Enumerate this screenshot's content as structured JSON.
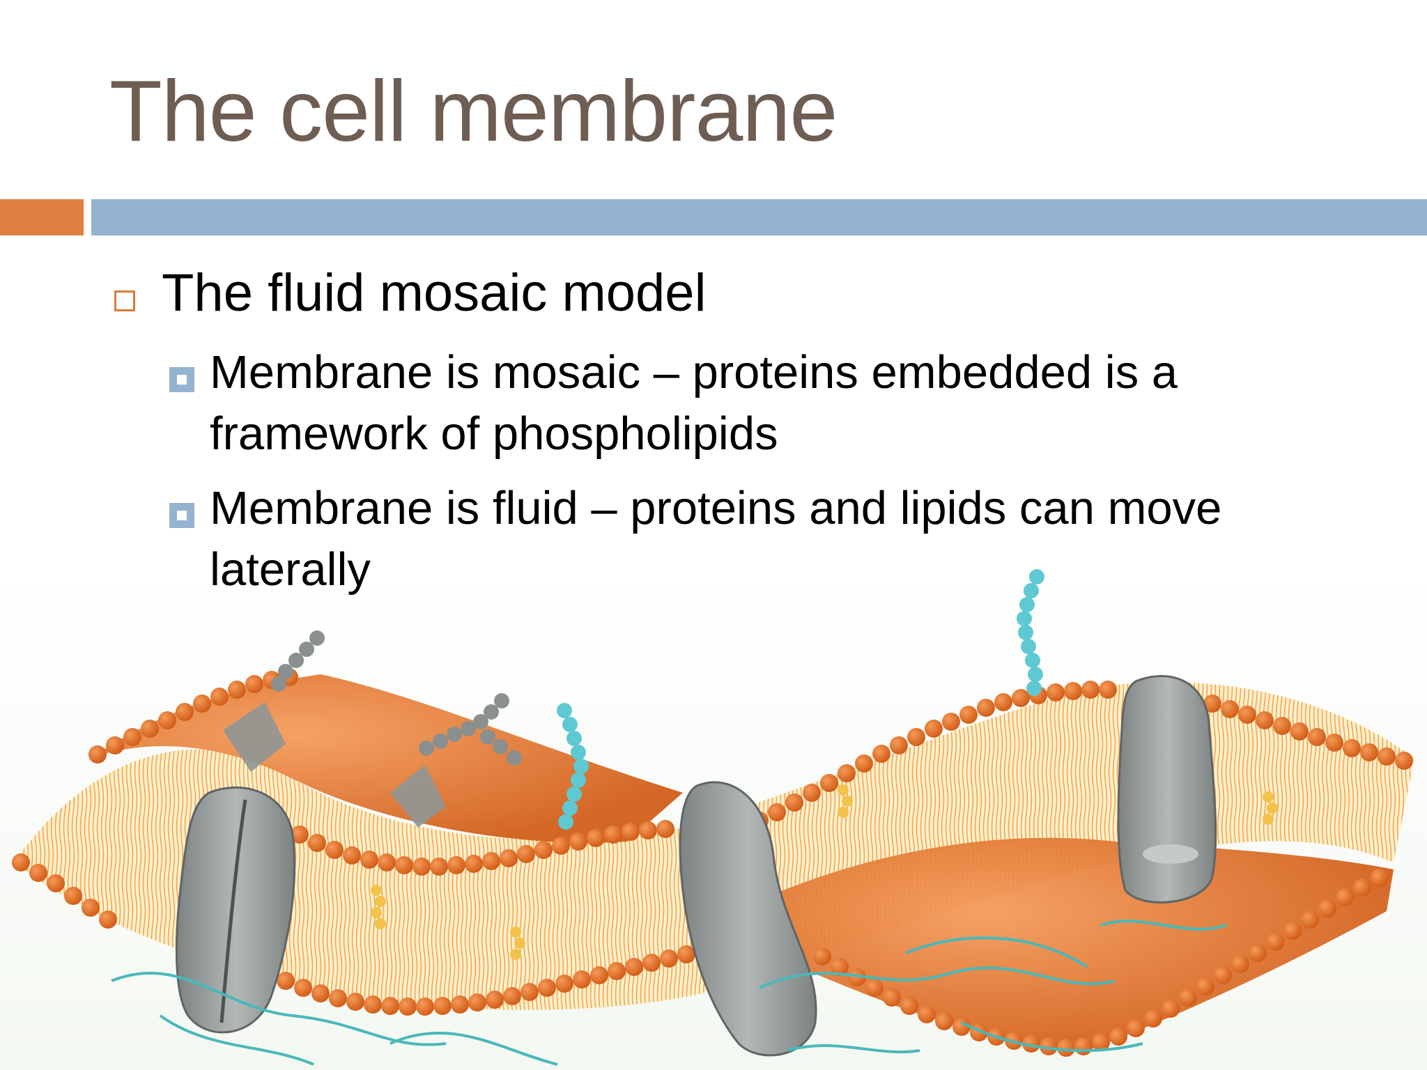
{
  "slide": {
    "title": "The cell membrane",
    "bullets": [
      {
        "text": "The fluid mosaic model",
        "sub": [
          {
            "text": "Membrane is mosaic – proteins embedded is a framework of phospholipids"
          },
          {
            "text": "Membrane is fluid – proteins and lipids can move laterally"
          }
        ]
      }
    ]
  },
  "colors": {
    "title": "#6e5d53",
    "accent_orange": "#e08040",
    "accent_blue": "#94b3d1",
    "phosphate_head": "#e06a20",
    "lipid_tail": "#f7dc8c",
    "protein": "#9ea3a3",
    "glycan": "#5ec9d2",
    "cytoskeleton": "#49b8b8"
  }
}
